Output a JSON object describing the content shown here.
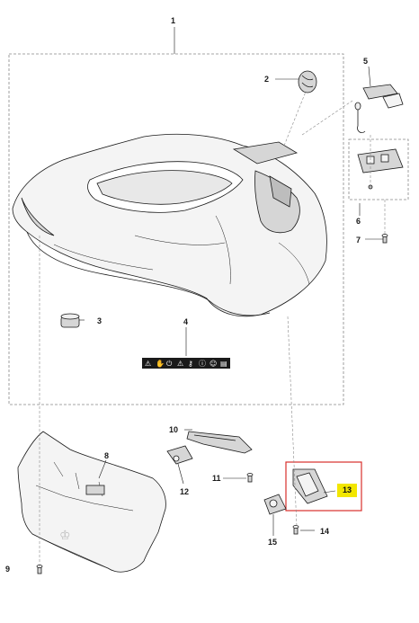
{
  "callouts": {
    "c1": "1",
    "c2": "2",
    "c3": "3",
    "c4": "4",
    "c5": "5",
    "c6": "6",
    "c7": "7",
    "c8": "8",
    "c9": "9",
    "c10": "10",
    "c11": "11",
    "c12": "12",
    "c13": "13",
    "c14": "14",
    "c15": "15"
  },
  "highlighted_part": "13",
  "colors": {
    "line": "#1a1a1a",
    "dash": "#888888",
    "part_fill": "#f4f4f4",
    "part_shade": "#d6d6d6",
    "highlight": "#f2e600",
    "highlight_frame": "#d9302c"
  },
  "icons": [
    "lock-icon",
    "hand-icon",
    "power-icon",
    "warning-icon",
    "key-icon",
    "info-icon",
    "person-icon",
    "book-icon"
  ]
}
